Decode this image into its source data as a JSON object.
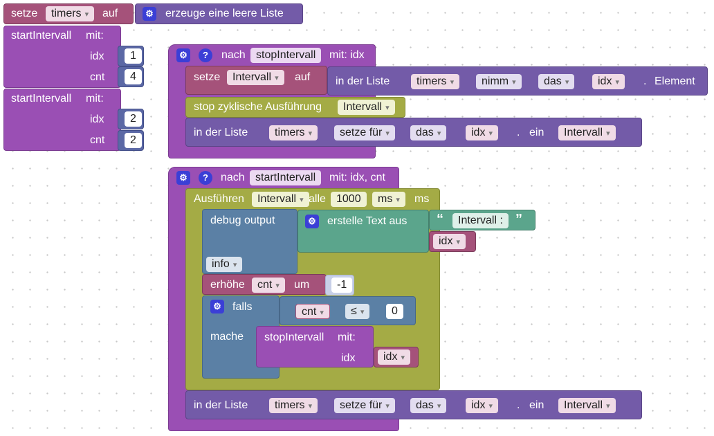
{
  "top": {
    "set_label": "setze",
    "var": "timers",
    "to_label": "auf",
    "create_list": "erzeuge eine leere Liste"
  },
  "calls": [
    {
      "name": "startIntervall",
      "with": "mit:",
      "idx_label": "idx",
      "idx": "1",
      "cnt_label": "cnt",
      "cnt": "4"
    },
    {
      "name": "startIntervall",
      "with": "mit:",
      "idx_label": "idx",
      "idx": "2",
      "cnt_label": "cnt",
      "cnt": "2"
    }
  ],
  "stop_proc": {
    "to_label": "nach",
    "name": "stopIntervall",
    "params": "mit: idx",
    "set_label": "setze",
    "var": "Intervall",
    "to2": "auf",
    "in_list": "in der Liste",
    "list_var": "timers",
    "take": "nimm",
    "the": "das",
    "idx_var": "idx",
    "dot": ".",
    "element": "Element",
    "stop_label": "stop zyklische Ausführung",
    "stop_var": "Intervall",
    "set_for": "setze für",
    "as_label": "ein",
    "value_var": "Intervall"
  },
  "start_proc": {
    "to_label": "nach",
    "name": "startIntervall",
    "params": "mit: idx, cnt",
    "run_label": "Ausführen",
    "run_var": "Intervall",
    "every": "alle",
    "ms_value": "1000",
    "ms_unit_dd": "ms",
    "ms_label": "ms",
    "debug_label": "debug output",
    "create_text": "erstelle Text aus",
    "quote_open": "“",
    "text_value": "Intervall :",
    "quote_close": "”",
    "text_var": "idx",
    "info_dd": "info",
    "incr_label": "erhöhe",
    "incr_var": "cnt",
    "by_label": "um",
    "incr_value": "-1",
    "if_label": "falls",
    "cond_var": "cnt",
    "cond_op": "≤",
    "cond_value": "0",
    "do_label": "mache",
    "call_name": "stopIntervall",
    "call_with": "mit:",
    "call_idx_label": "idx",
    "call_idx_var": "idx",
    "in_list": "in der Liste",
    "list_var": "timers",
    "set_for": "setze für",
    "the": "das",
    "idx_var": "idx",
    "as_label": "ein",
    "value_var": "Intervall"
  }
}
